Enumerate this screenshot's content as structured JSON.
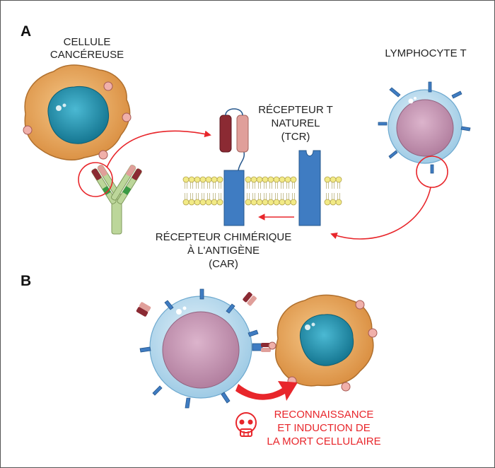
{
  "panels": {
    "a": "A",
    "b": "B"
  },
  "labels": {
    "cancer_line1": "CELLULE",
    "cancer_line2": "CANCÉREUSE",
    "lymphocyte": "LYMPHOCYTE T",
    "tcr_line1": "RÉCEPTEUR T",
    "tcr_line2": "NATUREL",
    "tcr_line3": "(TCR)",
    "car_line1": "RÉCEPTEUR CHIMÉRIQUE",
    "car_line2": "À L'ANTIGÈNE",
    "car_line3": "(CAR)",
    "result_line1": "RECONNAISSANCE",
    "result_line2": "ET INDUCTION DE",
    "result_line3": "LA MORT CELLULAIRE"
  },
  "colors": {
    "accent_red": "#e8262b",
    "receptor_blue": "#3f7cc2",
    "cancer_orange": "#e8a55e",
    "nucleus_teal": "#1a8aa6",
    "lymph_membrane": "#bcdcee",
    "lymph_nucleus": "#c89ab6",
    "antibody_green": "#bcd69a",
    "domain_dark": "#8b2a33",
    "domain_light": "#e09f9a"
  },
  "icons": {
    "skull": "skull-icon"
  }
}
